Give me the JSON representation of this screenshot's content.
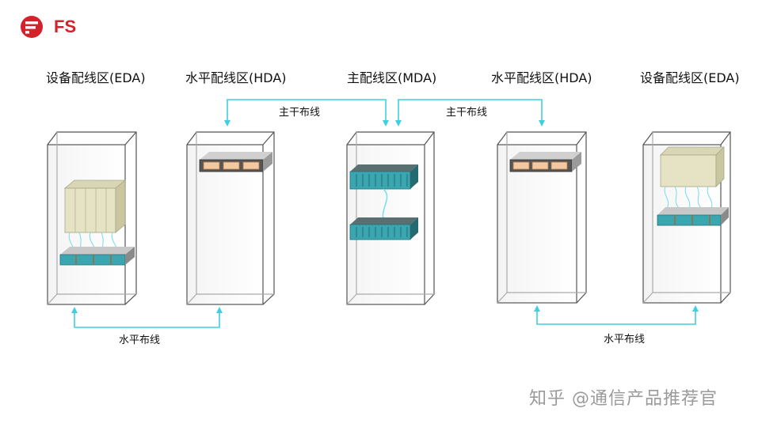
{
  "brand": {
    "logo_text": "FS",
    "color": "#d2232a"
  },
  "zones": [
    {
      "id": "eda-left",
      "label": "设备配线区(EDA)"
    },
    {
      "id": "hda-left",
      "label": "水平配线区(HDA)"
    },
    {
      "id": "mda",
      "label": "主配线区(MDA)"
    },
    {
      "id": "hda-right",
      "label": "水平配线区(HDA)"
    },
    {
      "id": "eda-right",
      "label": "设备配线区(EDA)"
    }
  ],
  "cables": {
    "backbone_left": "主干布线",
    "backbone_right": "主干布线",
    "horizontal_left": "水平布线",
    "horizontal_right": "水平布线"
  },
  "watermark": "知乎 @通信产品推荐官",
  "colors": {
    "connector": "#3fcfe0",
    "cable": "#7fe0ea",
    "patch": "#3aa6b0",
    "server": "#e6e3c4"
  }
}
